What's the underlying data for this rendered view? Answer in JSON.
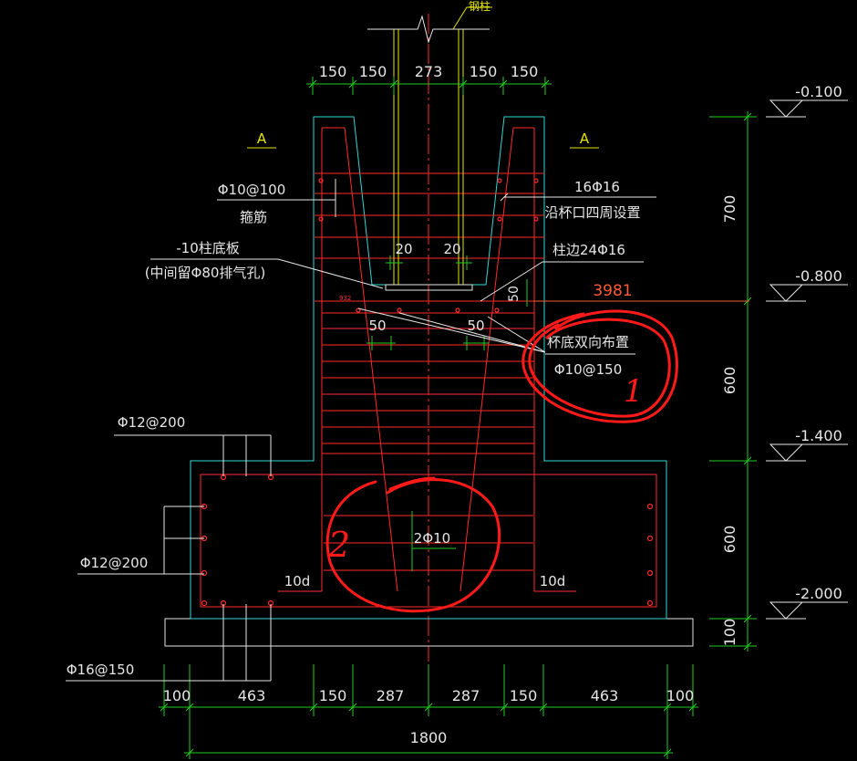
{
  "drawing": {
    "column_label": "钢柱",
    "section_mark_left": "A",
    "section_mark_right": "A",
    "top_dims": [
      "150",
      "150",
      "273",
      "150",
      "150"
    ],
    "bottom_dims": [
      "100",
      "463",
      "150",
      "287",
      "287",
      "150",
      "463",
      "100"
    ],
    "overall_width": "1800",
    "elevations": [
      "-0.100",
      "-0.800",
      "-1.400",
      "-2.000"
    ],
    "vertical_dims": [
      "700",
      "600",
      "600",
      "100"
    ],
    "reference_value": "3981",
    "annotations": {
      "stirrup_spec": "Φ10@100",
      "stirrup_label": "箍筋",
      "base_plate": "-10柱底板",
      "base_plate_note": "(中间留Φ80排气孔)",
      "gap_left": "20",
      "gap_right": "20",
      "cup_rebar": "16Φ16",
      "cup_rebar_note": "沿杯口四周设置",
      "column_side_rebar": "柱边24Φ16",
      "cup_bottom_gap": "50",
      "small_tag": "932",
      "bottom_gap_left": "50",
      "bottom_gap_right": "50",
      "cup_bottom_rebar_note": "杯底双向布置",
      "cup_bottom_rebar": "Φ10@150",
      "footing_top_rebar": "Φ12@200",
      "footing_side_rebar": "Φ12@200",
      "footing_bottom_rebar": "Φ16@150",
      "center_rebar": "2Φ10",
      "anchor_left": "10d",
      "anchor_right": "10d"
    },
    "handwritten_marks": [
      "1",
      "2"
    ]
  },
  "colors": {
    "bg": "#000000",
    "cyan": "#33d6d6",
    "red": "#ff2a2a",
    "yellow": "#e6e600",
    "green": "#22cc22",
    "white": "#e6e6e6",
    "orange": "#ff5a36",
    "hand": "#ff1a1a"
  }
}
